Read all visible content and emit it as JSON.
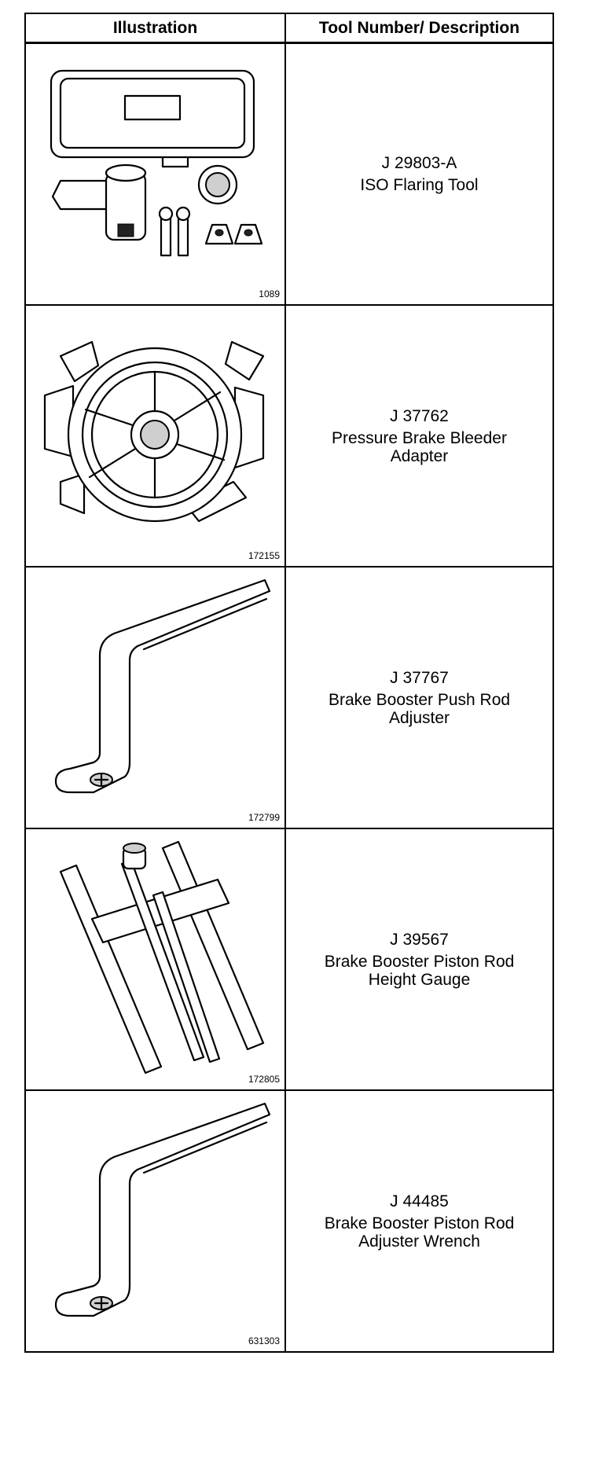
{
  "table": {
    "headers": {
      "illustration": "Illustration",
      "description": "Tool Number/ Description"
    },
    "rows": [
      {
        "tool_number": "J 29803-A",
        "description": "ISO Flaring Tool",
        "ref": "1089",
        "icon": "flaring-tool-kit-icon"
      },
      {
        "tool_number": "J 37762",
        "description": "Pressure Brake Bleeder Adapter",
        "ref": "172155",
        "icon": "bleeder-adapter-icon"
      },
      {
        "tool_number": "J 37767",
        "description": "Brake Booster Push Rod Adjuster",
        "ref": "172799",
        "icon": "push-rod-adjuster-icon"
      },
      {
        "tool_number": "J 39567",
        "description": "Brake Booster Piston Rod Height Gauge",
        "ref": "172805",
        "icon": "height-gauge-icon"
      },
      {
        "tool_number": "J 44485",
        "description": "Brake Booster Piston Rod Adjuster Wrench",
        "ref": "631303",
        "icon": "adjuster-wrench-icon"
      }
    ]
  }
}
